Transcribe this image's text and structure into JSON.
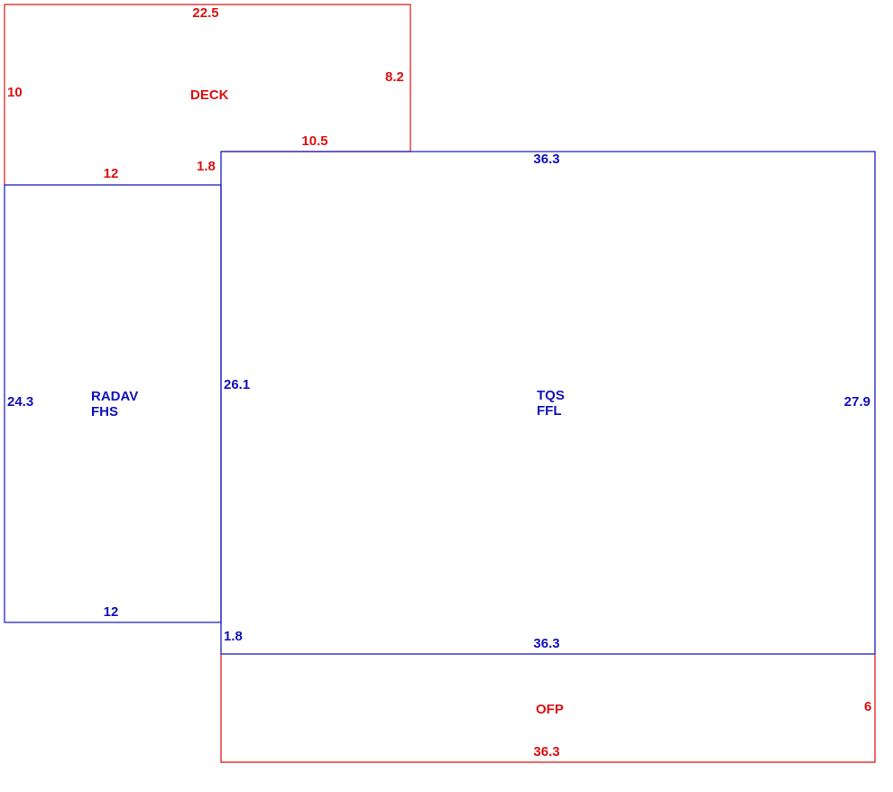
{
  "colors": {
    "exterior": "#dd1111",
    "interior": "#1111bb"
  },
  "areas": {
    "deck": {
      "name": "DECK",
      "top": "22.5",
      "left": "10",
      "right": "8.2",
      "bottom_right": "10.5",
      "bottom_left": "12",
      "step": "1.8"
    },
    "radav": {
      "name_line1": "RADAV",
      "name_line2": "FHS",
      "left": "24.3",
      "bottom": "12"
    },
    "tqs": {
      "name_line1": "TQS",
      "name_line2": "FFL",
      "top": "36.3",
      "left": "26.1",
      "right": "27.9",
      "bottom": "36.3",
      "step": "1.8"
    },
    "ofp": {
      "name": "OFP",
      "right": "6",
      "bottom": "36.3"
    }
  }
}
